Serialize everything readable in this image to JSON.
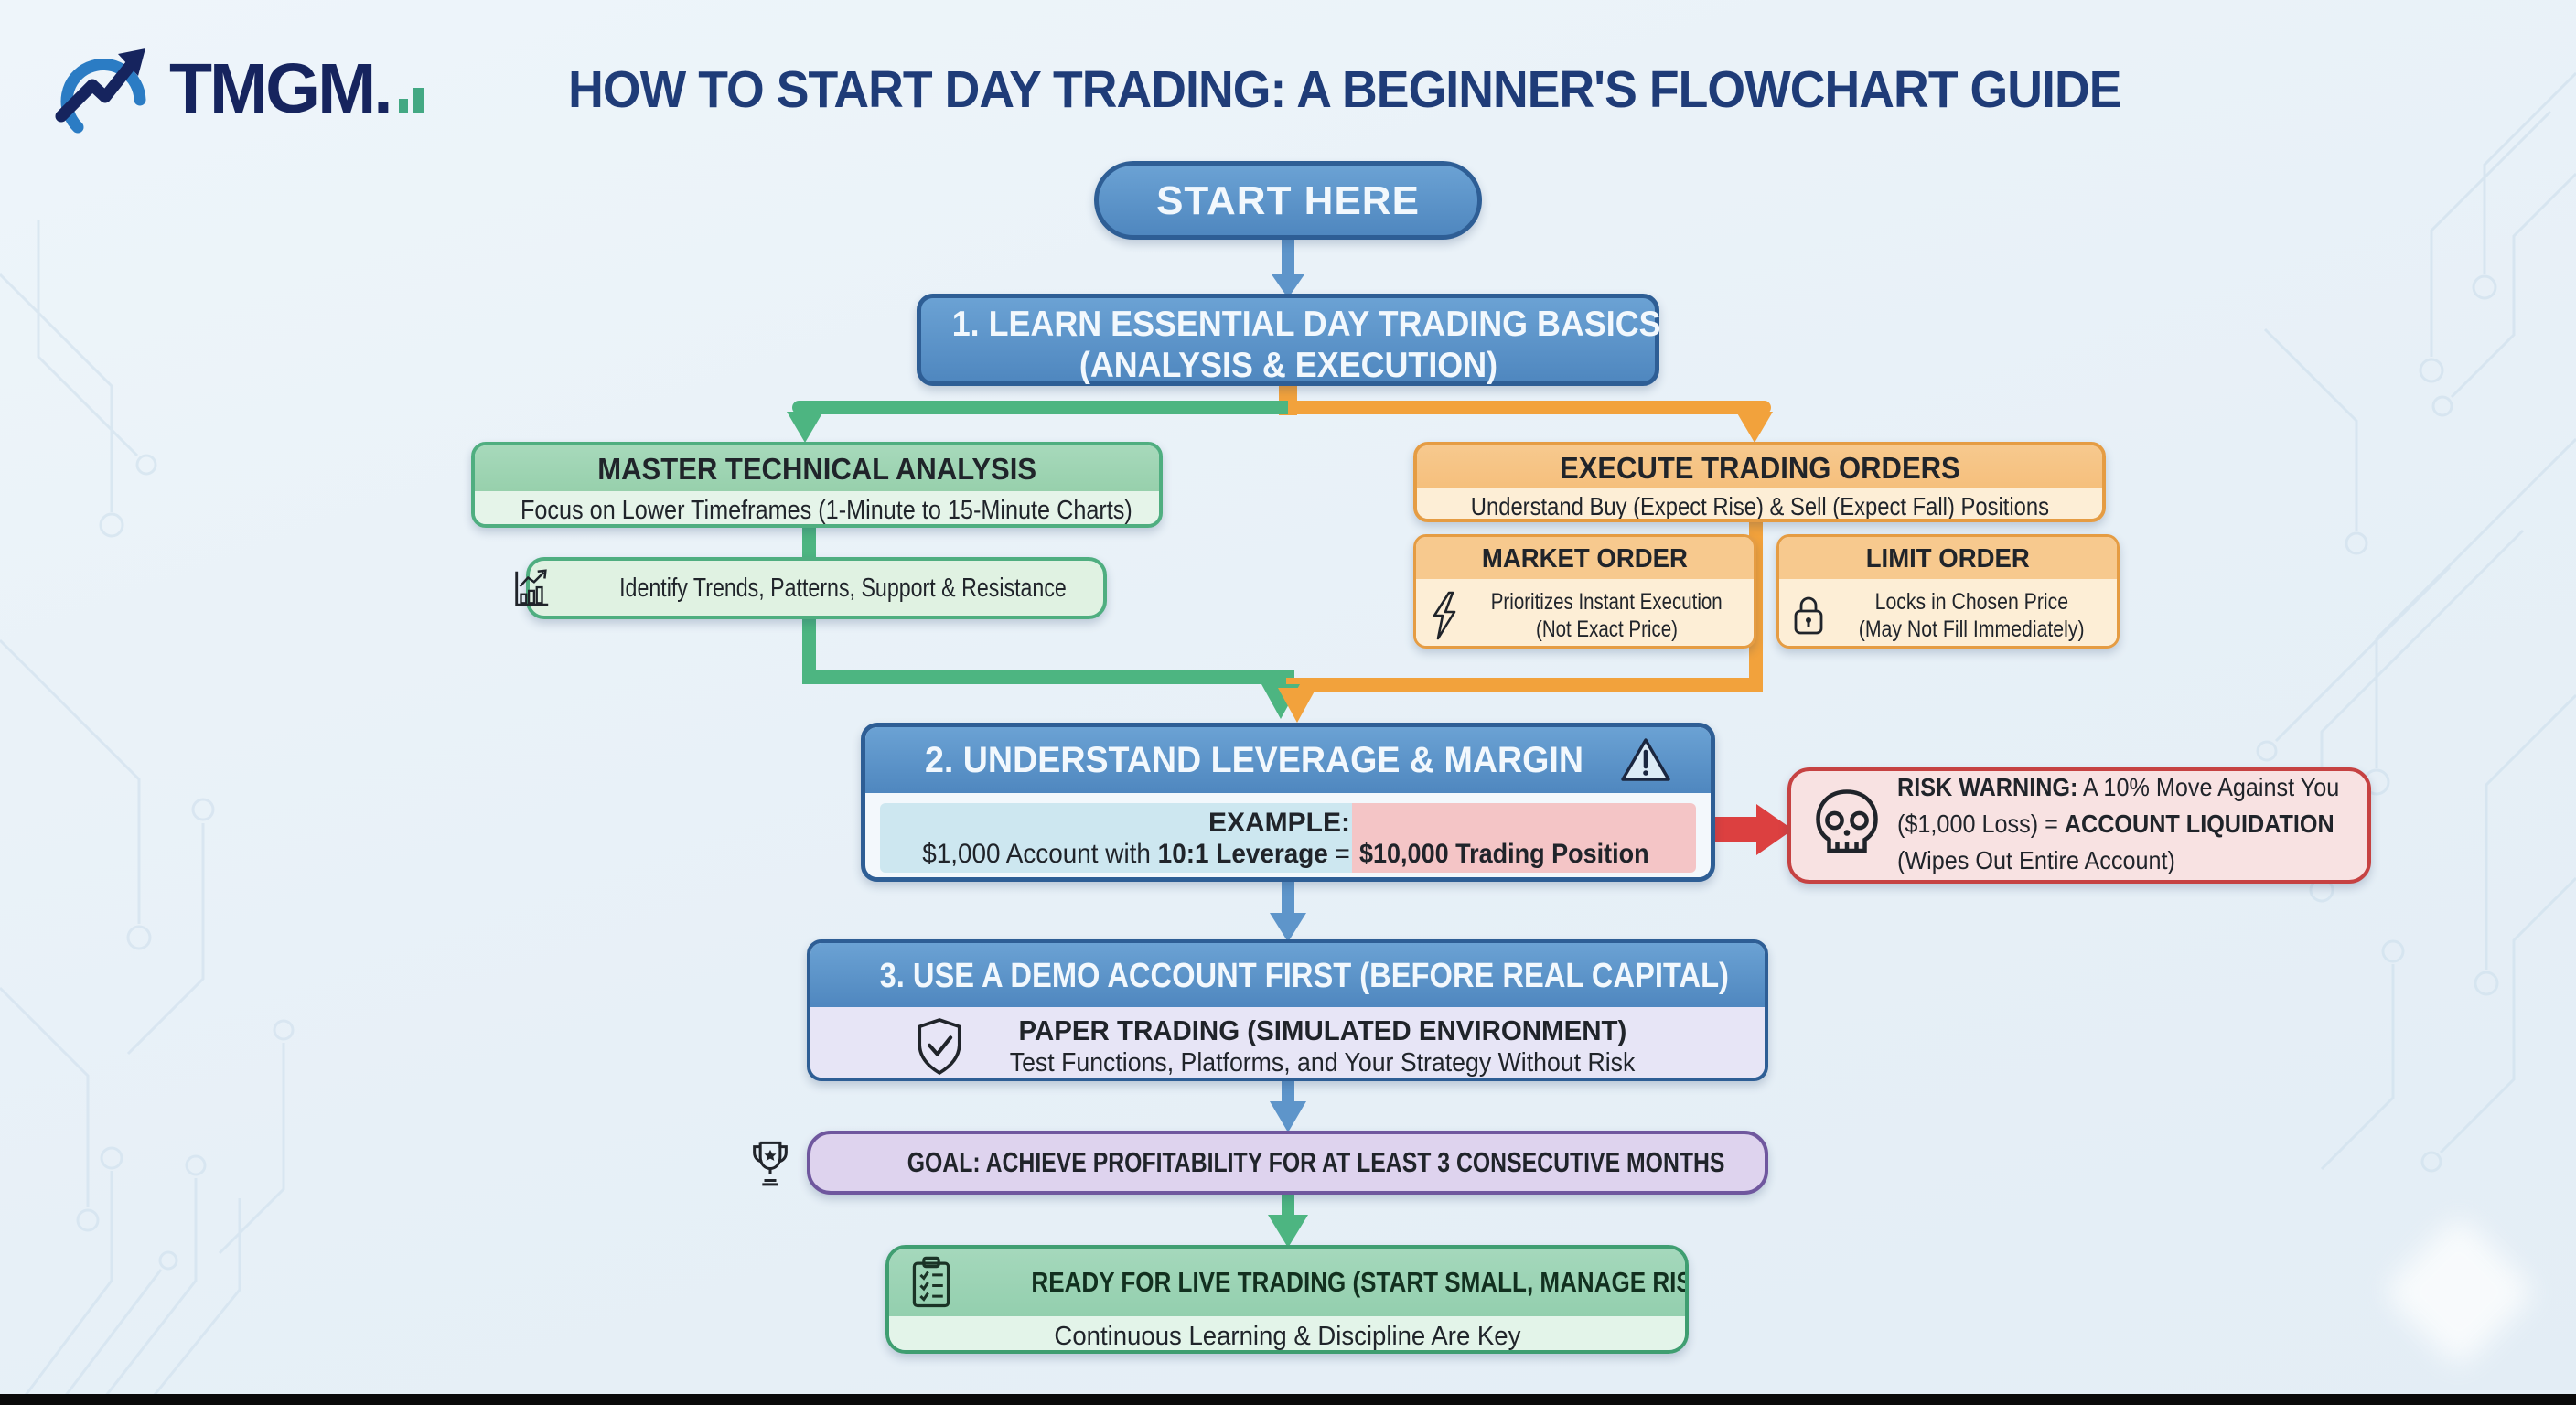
{
  "brand": {
    "wordmark": "TMGM",
    "dot": ".",
    "logo_icon": "trend-arrow-swoosh-icon"
  },
  "header": {
    "title": "HOW TO START DAY TRADING: A BEGINNER'S FLOWCHART GUIDE"
  },
  "start": {
    "label": "START HERE"
  },
  "step1": {
    "line1": "1. LEARN ESSENTIAL DAY TRADING BASICS",
    "line2": "(ANALYSIS & EXECUTION)"
  },
  "technical": {
    "title": "MASTER TECHNICAL ANALYSIS",
    "subtitle": "Focus on Lower Timeframes (1-Minute to 15-Minute Charts)",
    "detail": "Identify Trends, Patterns, Support & Resistance",
    "detail_icon": "bar-chart-trend-icon"
  },
  "orders": {
    "title": "EXECUTE TRADING ORDERS",
    "subtitle": "Understand Buy (Expect Rise) & Sell (Expect Fall) Positions",
    "market": {
      "title": "MARKET ORDER",
      "line1": "Prioritizes Instant Execution",
      "line2": "(Not Exact Price)",
      "icon": "lightning-bolt-icon"
    },
    "limit": {
      "title": "LIMIT ORDER",
      "line1": "Locks in Chosen Price",
      "line2": "(May Not Fill Immediately)",
      "icon": "lock-icon"
    }
  },
  "step2": {
    "title": "2. UNDERSTAND LEVERAGE & MARGIN",
    "title_icon": "warning-triangle-icon",
    "example_label": "EXAMPLE:",
    "example_l2a": "$1,000 Account with ",
    "example_l2b": "10:1 Leverage",
    "example_l2c": " =",
    "example_highlight": "$10,000 Trading Position"
  },
  "risk": {
    "icon": "skull-icon",
    "l1_strong": "RISK WARNING:",
    "l1_rest": " A 10% Move Against You",
    "l2a": "($1,000 Loss) = ",
    "l2_strong": "ACCOUNT LIQUIDATION",
    "l3": "(Wipes Out Entire Account)"
  },
  "step3": {
    "title": "3. USE A DEMO ACCOUNT FIRST (BEFORE REAL CAPITAL)",
    "subtitle": "PAPER TRADING (SIMULATED ENVIRONMENT)",
    "detail": "Test Functions, Platforms, and Your Strategy Without Risk",
    "icon": "shield-check-icon"
  },
  "goal": {
    "label": "GOAL: ACHIEVE PROFITABILITY FOR AT LEAST 3 CONSECUTIVE MONTHS",
    "icon": "trophy-icon"
  },
  "ready": {
    "title": "READY FOR LIVE TRADING (START SMALL, MANAGE RISK)",
    "subtitle": "Continuous Learning & Discipline Are Key",
    "icon": "clipboard-checklist-icon"
  },
  "colors": {
    "background": "#e9f1f8",
    "navy_text": "#1f3c78",
    "blue_fill": "#5b92c8",
    "blue_border": "#2e5e95",
    "green_connector": "#4db581",
    "green_border": "#4fae80",
    "green_header": "#9ed4b3",
    "green_body": "#e5f4e9",
    "orange_connector": "#f2a23c",
    "orange_border": "#e59c43",
    "orange_header": "#f7c98e",
    "orange_body": "#fdeed6",
    "example_blue": "#cde7f0",
    "example_pink": "#f4c5c6",
    "risk_bg": "#f8e2e2",
    "risk_border": "#c64242",
    "red_arrow": "#dc4040",
    "lavender_body": "#e7e5f6",
    "goal_bg": "#ded3ee",
    "goal_border": "#6f579e"
  }
}
